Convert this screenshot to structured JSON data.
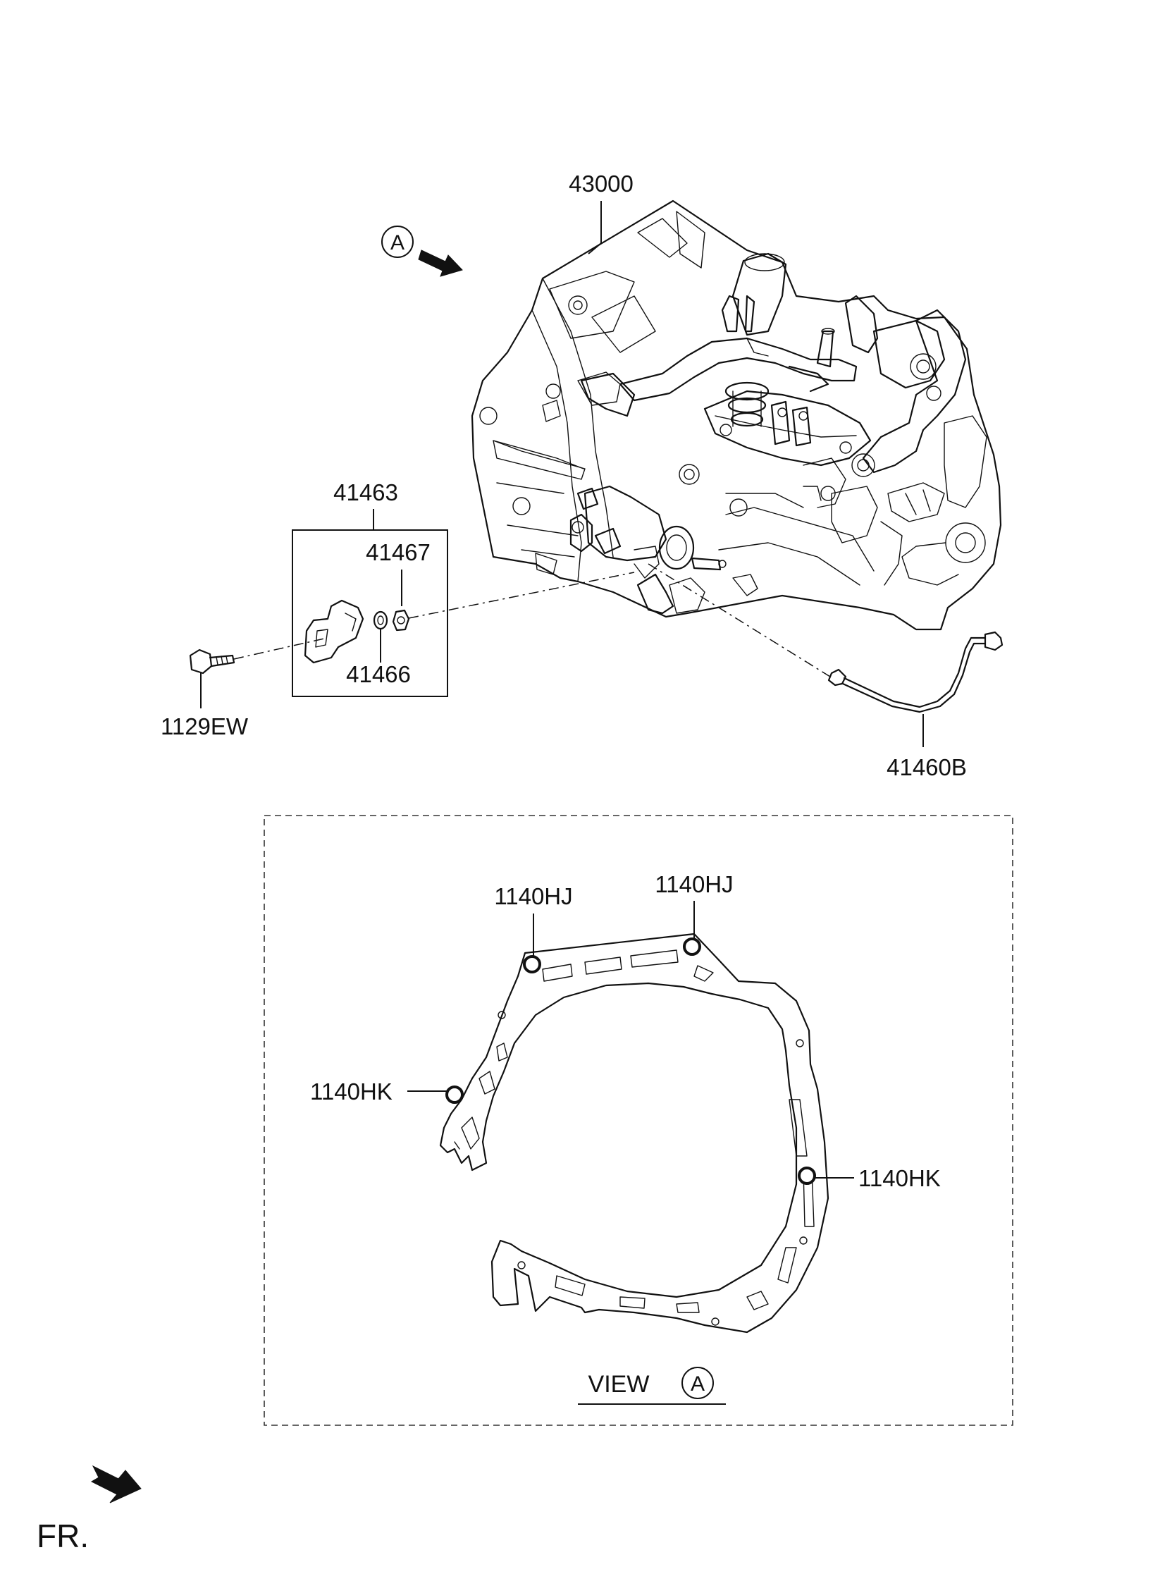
{
  "diagram": {
    "callouts": {
      "transaxle": "43000",
      "view_marker": "A",
      "cylinder_assy": "41463",
      "bleeder_cap": "41467",
      "bleeder_screw": "41466",
      "bolt": "1129EW",
      "tube": "41460B",
      "pin_top_left": "1140HJ",
      "pin_top_right": "1140HJ",
      "pin_left": "1140HK",
      "pin_right": "1140HK"
    },
    "view_label": "VIEW",
    "view_letter": "A",
    "front_label": "FR."
  }
}
